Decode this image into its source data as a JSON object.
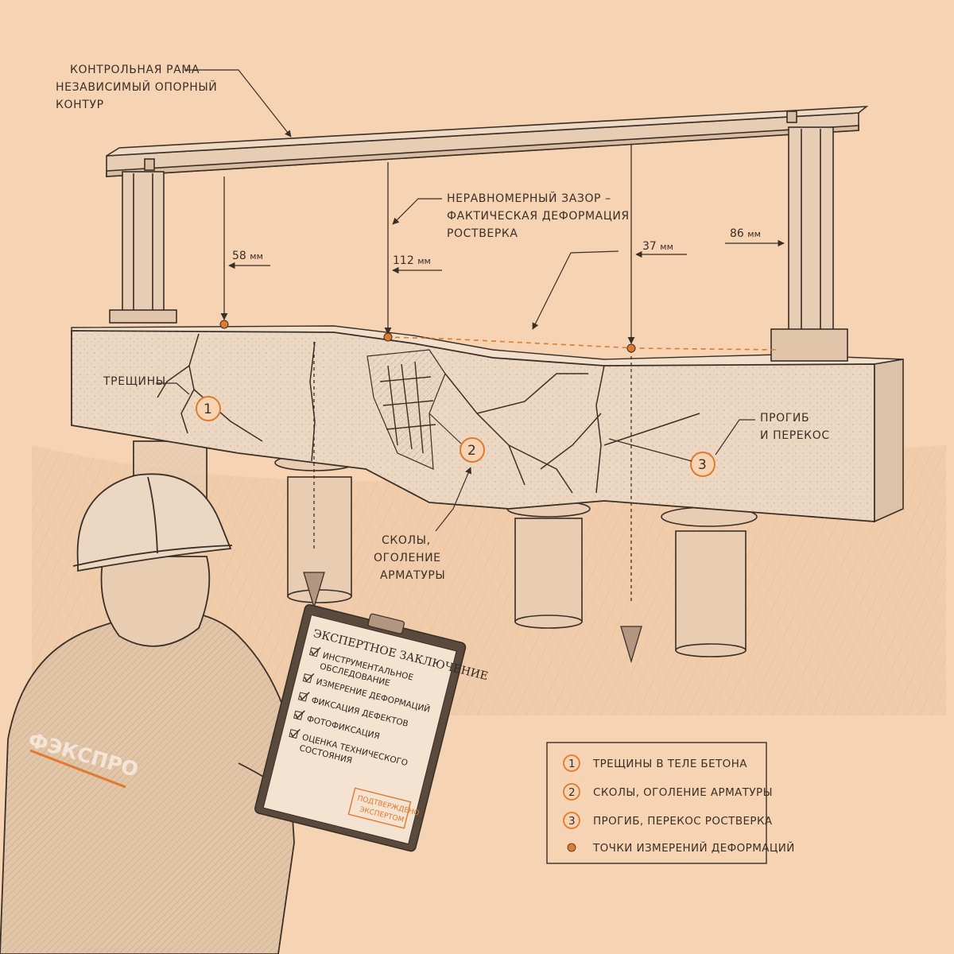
{
  "colors": {
    "background": "#f6d3b3",
    "ink": "#3a2f27",
    "accent": "#e07a2e",
    "concrete": "#ecd8c2",
    "steel": "#e6cdb3"
  },
  "labels": {
    "frame": [
      "КОНТРОЛЬНАЯ РАМА",
      "НЕЗАВИСИМЫЙ ОПОРНЫЙ",
      "КОНТУР"
    ],
    "gap": [
      "НЕРАВНОМЕРНЫЙ ЗАЗОР –",
      "ФАКТИЧЕСКАЯ ДЕФОРМАЦИЯ",
      "РОСТВЕРКА"
    ],
    "cracks": "ТРЕЩИНЫ",
    "deflection": [
      "ПРОГИБ",
      "И ПЕРЕКОС"
    ],
    "spalls": [
      "СКОЛЫ,",
      "ОГОЛЕНИЕ",
      "АРМАТУРЫ"
    ]
  },
  "measurements": [
    {
      "id": "m1",
      "value": "58",
      "unit": "мм"
    },
    {
      "id": "m2",
      "value": "112",
      "unit": "мм"
    },
    {
      "id": "m3",
      "value": "37",
      "unit": "мм"
    },
    {
      "id": "m4",
      "value": "86",
      "unit": "мм"
    }
  ],
  "markers": [
    "1",
    "2",
    "3"
  ],
  "clipboard": {
    "title": "ЭКСПЕРТНОЕ ЗАКЛЮЧЕНИЕ",
    "items": [
      [
        "ИНСТРУМЕНТАЛЬНОЕ",
        "ОБСЛЕДОВАНИЕ"
      ],
      [
        "ИЗМЕРЕНИЕ ДЕФОРМАЦИЙ"
      ],
      [
        "ФИКСАЦИЯ ДЕФЕКТОВ"
      ],
      [
        "ФОТОФИКСАЦИЯ"
      ],
      [
        "ОЦЕНКА ТЕХНИЧЕСКОГО",
        "СОСТОЯНИЯ"
      ]
    ],
    "stamp": [
      "ПОДТВЕРЖДЕНО",
      "ЭКСПЕРТОМ"
    ]
  },
  "brand": "ФЭКСПРО",
  "legend": [
    {
      "marker": "1",
      "text": "ТРЕЩИНЫ В ТЕЛЕ БЕТОНА"
    },
    {
      "marker": "2",
      "text": "СКОЛЫ, ОГОЛЕНИЕ АРМАТУРЫ"
    },
    {
      "marker": "3",
      "text": "ПРОГИБ, ПЕРЕКОС РОСТВЕРКА"
    },
    {
      "marker": "dot",
      "text": "ТОЧКИ ИЗМЕРЕНИЙ ДЕФОРМАЦИЙ"
    }
  ]
}
